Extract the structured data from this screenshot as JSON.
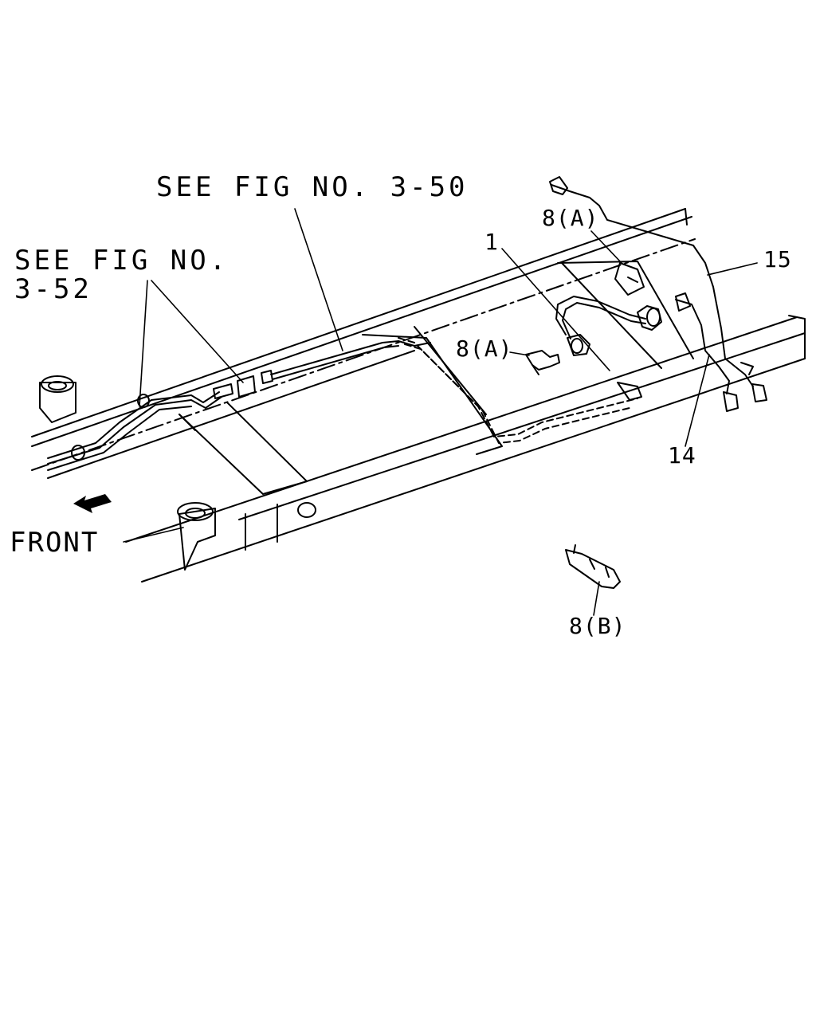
{
  "diagram": {
    "references": {
      "fig_3_50": "SEE FIG NO. 3-50",
      "fig_3_52_line1": "SEE FIG NO.",
      "fig_3_52_line2": "3-52"
    },
    "direction_label": "FRONT",
    "callouts": {
      "part_1": "1",
      "part_8a_top": "8(A)",
      "part_8a_mid": "8(A)",
      "part_8b": "8(B)",
      "part_14": "14",
      "part_15": "15"
    },
    "colors": {
      "ink": "#000000",
      "background": "#ffffff"
    }
  }
}
